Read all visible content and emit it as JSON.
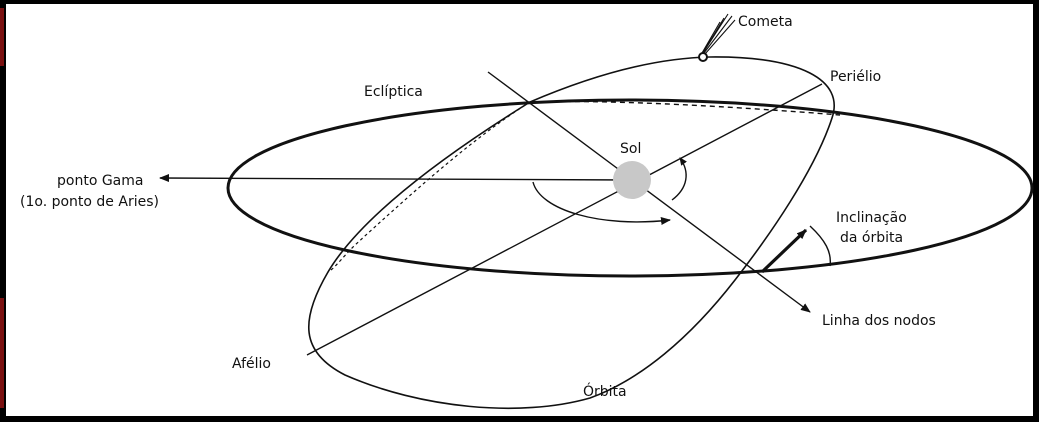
{
  "labels": {
    "cometa": "Cometa",
    "ecliptica": "Eclíptica",
    "perielio": "Periélio",
    "sol": "Sol",
    "ponto_gama_line1": "ponto Gama",
    "ponto_gama_line2": "(1o. ponto de Aries)",
    "inclinacao_line1": "Inclinação",
    "inclinacao_line2": "da órbita",
    "linha_dos_nodos": "Linha dos nodos",
    "afelio": "Afélio",
    "orbita": "Órbita"
  },
  "colors": {
    "background": "#000000",
    "canvas": "#ffffff",
    "ink": "#111111",
    "sun": "#c8c8c8"
  }
}
